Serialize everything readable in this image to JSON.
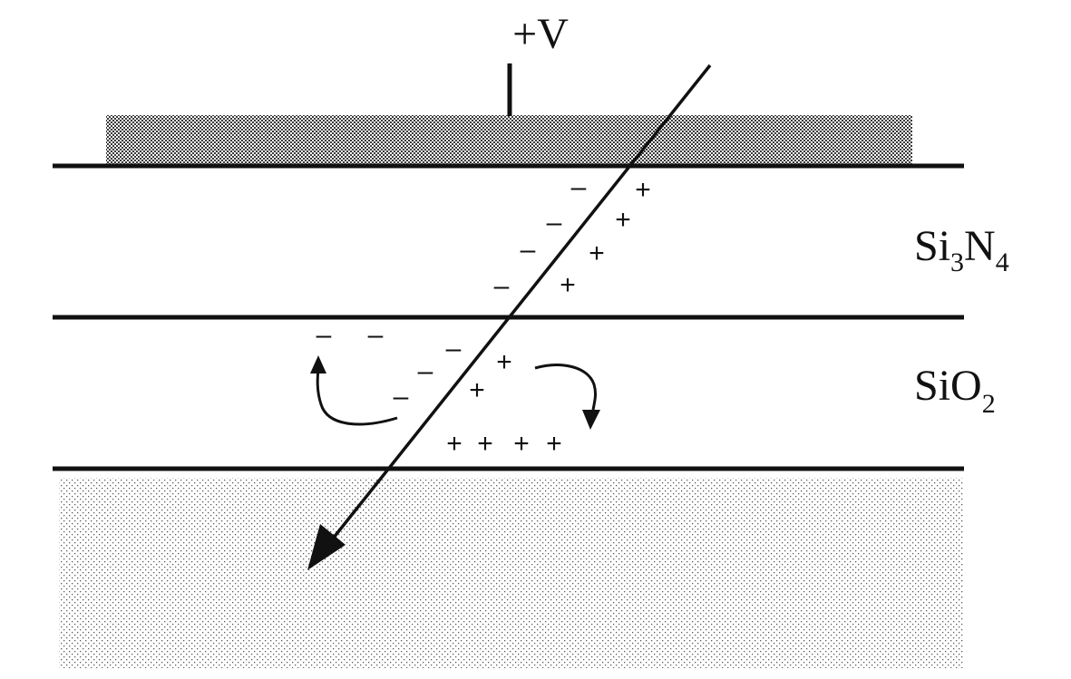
{
  "voltage_label": "+V",
  "layers": [
    {
      "formula": [
        "Si",
        "3",
        "N",
        "4"
      ]
    },
    {
      "formula": [
        "SiO",
        "2"
      ]
    }
  ],
  "charges": {
    "nitride": [
      {
        "neg": "–",
        "pos": "+"
      },
      {
        "neg": "–",
        "pos": "+"
      },
      {
        "neg": "–",
        "pos": "+"
      },
      {
        "neg": "–",
        "pos": "+"
      }
    ],
    "oxide_pairs": [
      {
        "neg": "–",
        "pos": "+"
      },
      {
        "neg": "–",
        "pos": "+"
      },
      {
        "neg": "–"
      }
    ],
    "oxide_trapped_neg": [
      "–",
      "–"
    ],
    "oxide_trapped_pos": [
      "+",
      "+",
      "+",
      "+"
    ]
  }
}
